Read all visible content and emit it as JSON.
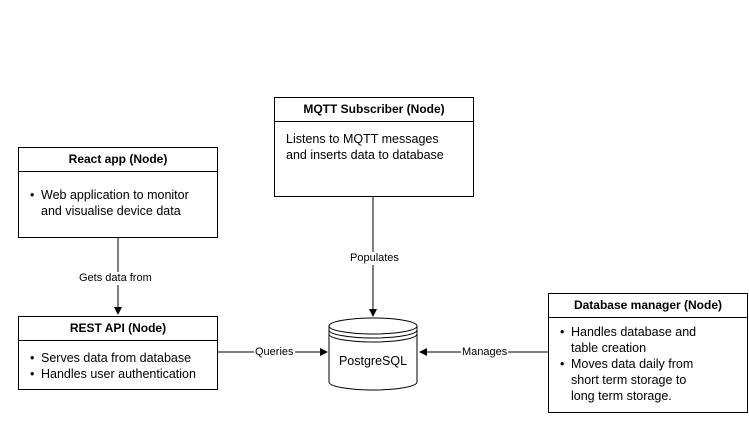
{
  "nodes": {
    "mqtt": {
      "title": "MQTT Subscriber (Node)",
      "text": [
        "Listens to MQTT messages",
        "and inserts data to database"
      ]
    },
    "react": {
      "title": "React app (Node)",
      "bullets": [
        "Web application to monitor and visualise device data"
      ]
    },
    "rest": {
      "title": "REST API (Node)",
      "bullets": [
        "Serves data from database",
        "Handles user authentication"
      ]
    },
    "dbmanager": {
      "title": "Database manager (Node)",
      "bullets": [
        "Handles database and table creation",
        "Moves data daily from short term storage to long term storage."
      ]
    },
    "database": {
      "label": "PostgreSQL"
    }
  },
  "edges": {
    "gets_data_from": "Gets data from",
    "populates": "Populates",
    "queries": "Queries",
    "manages": "Manages"
  }
}
